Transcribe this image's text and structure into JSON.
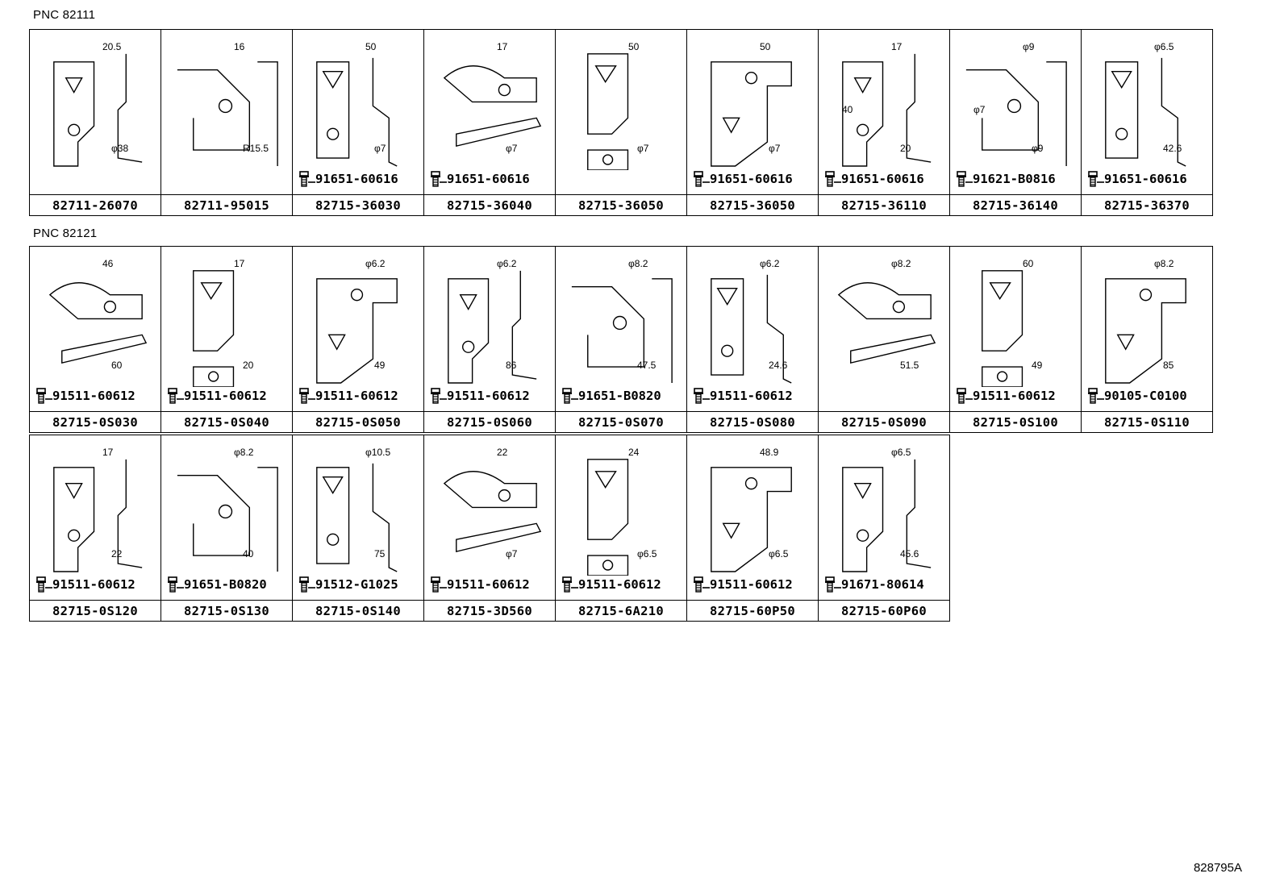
{
  "sections": [
    {
      "title": "PNC 82111",
      "parts": [
        {
          "part": "82711-26070",
          "bolt": null,
          "dims": [
            "20.5",
            "φ38"
          ]
        },
        {
          "part": "82711-95015",
          "bolt": null,
          "dims": [
            "16",
            "R15.5"
          ]
        },
        {
          "part": "82715-36030",
          "bolt": "91651-60616",
          "dims": [
            "50",
            "φ7"
          ]
        },
        {
          "part": "82715-36040",
          "bolt": "91651-60616",
          "dims": [
            "17",
            "φ7"
          ]
        },
        {
          "part": "82715-36050",
          "bolt": null,
          "dims": [
            "50",
            "φ7"
          ]
        },
        {
          "part": "82715-36050",
          "bolt": "91651-60616",
          "dims": [
            "50",
            "φ7"
          ]
        },
        {
          "part": "82715-36110",
          "bolt": "91651-60616",
          "dims": [
            "17",
            "20",
            "40"
          ]
        },
        {
          "part": "82715-36140",
          "bolt": "91621-B0816",
          "dims": [
            "φ9",
            "φ9",
            "φ7"
          ]
        },
        {
          "part": "82715-36370",
          "bolt": "91651-60616",
          "dims": [
            "φ6.5",
            "42.6"
          ]
        }
      ]
    },
    {
      "title": "PNC 82121",
      "parts": [
        {
          "part": "82715-0S030",
          "bolt": "91511-60612",
          "dims": [
            "46",
            "60"
          ]
        },
        {
          "part": "82715-0S040",
          "bolt": "91511-60612",
          "dims": [
            "17",
            "20"
          ]
        },
        {
          "part": "82715-0S050",
          "bolt": "91511-60612",
          "dims": [
            "φ6.2",
            "49"
          ]
        },
        {
          "part": "82715-0S060",
          "bolt": "91511-60612",
          "dims": [
            "φ6.2",
            "86"
          ]
        },
        {
          "part": "82715-0S070",
          "bolt": "91651-B0820",
          "dims": [
            "φ8.2",
            "47.5"
          ]
        },
        {
          "part": "82715-0S080",
          "bolt": "91511-60612",
          "dims": [
            "φ6.2",
            "24.6"
          ]
        },
        {
          "part": "82715-0S090",
          "bolt": null,
          "dims": [
            "φ8.2",
            "51.5"
          ]
        },
        {
          "part": "82715-0S100",
          "bolt": "91511-60612",
          "dims": [
            "60",
            "49"
          ]
        },
        {
          "part": "82715-0S110",
          "bolt": "90105-C0100",
          "dims": [
            "φ8.2",
            "85"
          ]
        },
        {
          "part": "82715-0S120",
          "bolt": "91511-60612",
          "dims": [
            "17",
            "22"
          ]
        },
        {
          "part": "82715-0S130",
          "bolt": "91651-B0820",
          "dims": [
            "φ8.2",
            "40"
          ]
        },
        {
          "part": "82715-0S140",
          "bolt": "91512-G1025",
          "dims": [
            "φ10.5",
            "75"
          ]
        },
        {
          "part": "82715-3D560",
          "bolt": "91511-60612",
          "dims": [
            "22",
            "φ7"
          ]
        },
        {
          "part": "82715-6A210",
          "bolt": "91511-60612",
          "dims": [
            "24",
            "φ6.5"
          ]
        },
        {
          "part": "82715-60P50",
          "bolt": "91511-60612",
          "dims": [
            "48.9",
            "φ6.5"
          ]
        },
        {
          "part": "82715-60P60",
          "bolt": "91671-80614",
          "dims": [
            "φ6.5",
            "45.6"
          ]
        }
      ]
    }
  ],
  "illustration_id": "828795A"
}
